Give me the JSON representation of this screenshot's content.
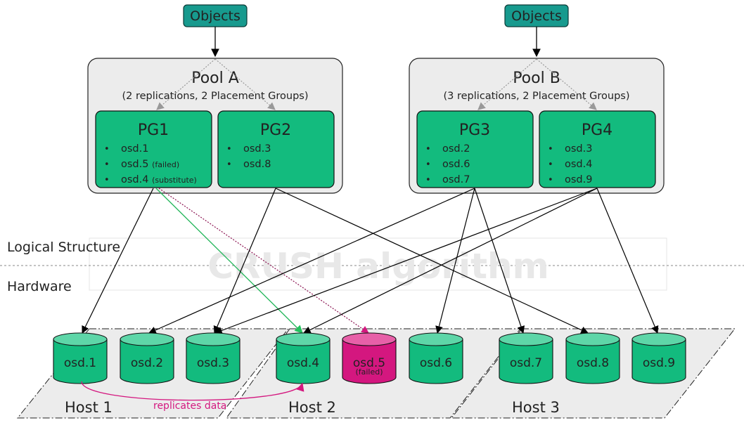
{
  "pools": [
    {
      "objects_label": "Objects",
      "title": "Pool A",
      "subtitle": "(2 replications, 2 Placement Groups)",
      "pgs": [
        {
          "name": "PG1",
          "items": [
            {
              "osd": "osd.1",
              "note": ""
            },
            {
              "osd": "osd.5",
              "note": "(failed)"
            },
            {
              "osd": "osd.4",
              "note": "(substitute)"
            }
          ]
        },
        {
          "name": "PG2",
          "items": [
            {
              "osd": "osd.3",
              "note": ""
            },
            {
              "osd": "osd.8",
              "note": ""
            }
          ]
        }
      ]
    },
    {
      "objects_label": "Objects",
      "title": "Pool B",
      "subtitle": "(3 replications, 2 Placement Groups)",
      "pgs": [
        {
          "name": "PG3",
          "items": [
            {
              "osd": "osd.2",
              "note": ""
            },
            {
              "osd": "osd.6",
              "note": ""
            },
            {
              "osd": "osd.7",
              "note": ""
            }
          ]
        },
        {
          "name": "PG4",
          "items": [
            {
              "osd": "osd.3",
              "note": ""
            },
            {
              "osd": "osd.4",
              "note": ""
            },
            {
              "osd": "osd.9",
              "note": ""
            }
          ]
        }
      ]
    }
  ],
  "bullet": "•",
  "layers": {
    "logical": "Logical Structure",
    "hardware": "Hardware",
    "crush": "CRUSH algorithm"
  },
  "osds": [
    {
      "label": "osd.1",
      "failed": false
    },
    {
      "label": "osd.2",
      "failed": false
    },
    {
      "label": "osd.3",
      "failed": false
    },
    {
      "label": "osd.4",
      "failed": false
    },
    {
      "label": "osd.5",
      "failed": true,
      "status": "(failed)"
    },
    {
      "label": "osd.6",
      "failed": false
    },
    {
      "label": "osd.7",
      "failed": false
    },
    {
      "label": "osd.8",
      "failed": false
    },
    {
      "label": "osd.9",
      "failed": false
    }
  ],
  "hosts": [
    "Host 1",
    "Host 2",
    "Host 3"
  ],
  "replication_label": "replicates data",
  "colors": {
    "teal": "#1a9b8f",
    "green": "#00c080",
    "failed": "#d4177f",
    "cylinder": "#13bb7e",
    "cylinder_top": "#5ed6a8"
  }
}
